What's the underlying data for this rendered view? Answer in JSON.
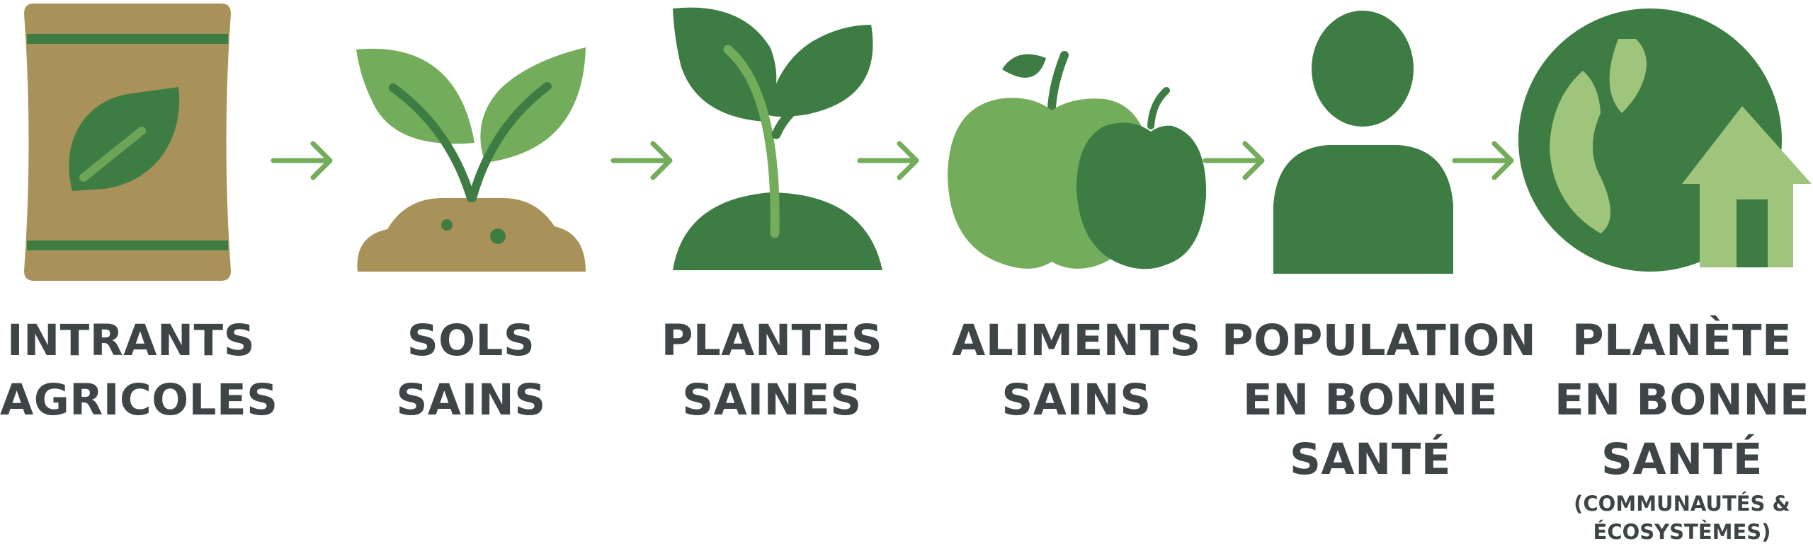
{
  "colors": {
    "dark_green": "#3d7c43",
    "mid_green": "#5f9a4f",
    "light_green": "#73ac5b",
    "pale_green": "#9fc57c",
    "tan": "#a9925a",
    "text": "#3d4547"
  },
  "steps": [
    {
      "id": "intrants",
      "icon": "fertilizer-bag-icon",
      "label_lines": [
        "INTRANTS",
        "AGRICOLES"
      ]
    },
    {
      "id": "sols",
      "icon": "sprout-in-soil-icon",
      "label_lines": [
        "SOLS",
        "SAINS"
      ]
    },
    {
      "id": "plantes",
      "icon": "plant-seedling-icon",
      "label_lines": [
        "PLANTES",
        "SAINES"
      ]
    },
    {
      "id": "aliments",
      "icon": "apples-icon",
      "label_lines": [
        "ALIMENTS",
        "SAINS"
      ]
    },
    {
      "id": "population",
      "icon": "person-icon",
      "label_lines": [
        "POPULATION",
        "EN BONNE",
        "SANTÉ"
      ]
    },
    {
      "id": "planete",
      "icon": "globe-house-icon",
      "label_lines": [
        "PLANÈTE",
        "EN BONNE",
        "SANTÉ"
      ],
      "sublabel_lines": [
        "(COMMUNAUTÉS &",
        "ÉCOSYSTÈMES)"
      ]
    }
  ],
  "connector_icon": "arrow-right-icon"
}
